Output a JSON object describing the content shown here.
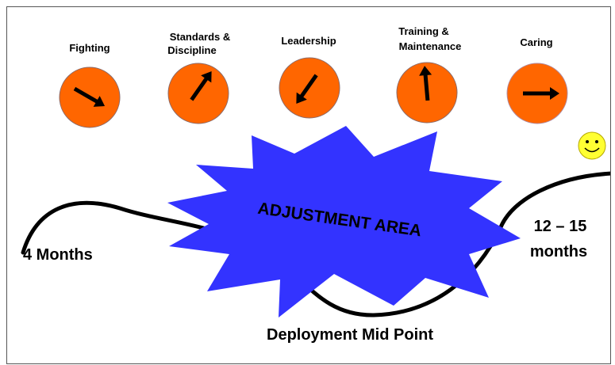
{
  "gauges": [
    {
      "label_lines": [
        "Fighting"
      ],
      "icon": "arrow-down-right-icon"
    },
    {
      "label_lines": [
        "Standards &",
        "Discipline"
      ],
      "icon": "arrow-up-right-icon"
    },
    {
      "label_lines": [
        "Leadership"
      ],
      "icon": "arrow-down-left-icon"
    },
    {
      "label_lines": [
        "Training &",
        "Maintenance"
      ],
      "icon": "arrow-up-icon"
    },
    {
      "label_lines": [
        "Caring"
      ],
      "icon": "arrow-right-icon"
    }
  ],
  "starburst_label": "ADJUSTMENT AREA",
  "start_label": "4 Months",
  "end_label_lines": [
    "12 – 15",
    "months"
  ],
  "midpoint_label": "Deployment Mid Point",
  "smiley_icon": "smiley-face-icon",
  "colors": {
    "gauge_fill": "#FF6600",
    "gauge_stroke": "#8a6a6a",
    "starburst": "#3333FF",
    "smiley": "#FFFF33",
    "curve": "#000000"
  }
}
